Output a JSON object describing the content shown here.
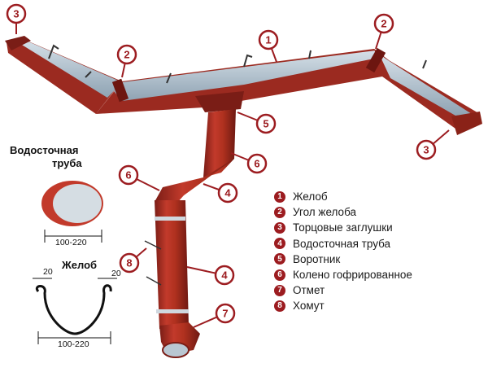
{
  "legend": [
    {
      "num": "1",
      "label": "Желоб"
    },
    {
      "num": "2",
      "label": "Угол желоба"
    },
    {
      "num": "3",
      "label": "Торцовые заглушки"
    },
    {
      "num": "4",
      "label": "Водосточная труба"
    },
    {
      "num": "5",
      "label": "Воротник"
    },
    {
      "num": "6",
      "label": "Колено гофрированное"
    },
    {
      "num": "7",
      "label": "Отмет"
    },
    {
      "num": "8",
      "label": "Хомут"
    }
  ],
  "pipe_section": {
    "title_line1": "Водосточная",
    "title_line2": "труба",
    "dimension": "100-220"
  },
  "gutter_section": {
    "title": "Желоб",
    "dim_left": "20",
    "dim_right": "20",
    "dimension": "100-220"
  },
  "callouts": [
    {
      "id": "c3a",
      "num": "3"
    },
    {
      "id": "c2a",
      "num": "2"
    },
    {
      "id": "c1",
      "num": "1"
    },
    {
      "id": "c2b",
      "num": "2"
    },
    {
      "id": "c5",
      "num": "5"
    },
    {
      "id": "c3b",
      "num": "3"
    },
    {
      "id": "c6a",
      "num": "6"
    },
    {
      "id": "c6b",
      "num": "6"
    },
    {
      "id": "c4a",
      "num": "4"
    },
    {
      "id": "c8",
      "num": "8"
    },
    {
      "id": "c4b",
      "num": "4"
    },
    {
      "id": "c7",
      "num": "7"
    }
  ],
  "colors": {
    "gutter_red": "#9b2a20",
    "gutter_inner": "#a9bccb",
    "callout": "#9c1c20"
  }
}
